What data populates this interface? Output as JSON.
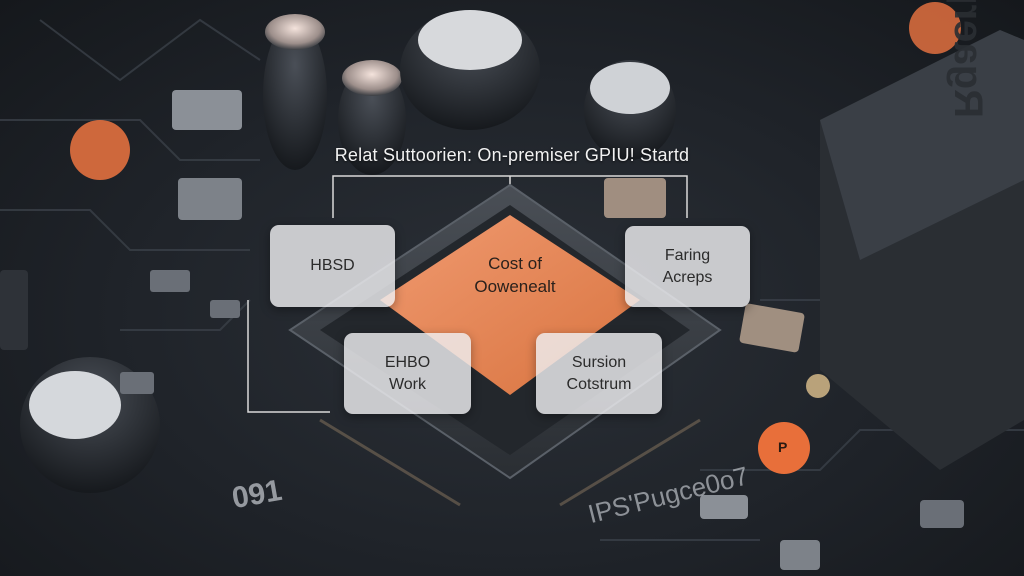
{
  "diagram": {
    "title": "Relat Suttoorien: On-premiser GPIU! Startd",
    "center": "Cost of\nOowenealt",
    "cards": {
      "top_left": "HBSD",
      "top_right": "Faring\nAcreps",
      "bottom_left": "EHBO\nWork",
      "bottom_right": "Sursion\nCotstrum"
    }
  },
  "board": {
    "part_marking": "IPS'Pugce0o7",
    "number_marking": "091",
    "component_marking": "Rgaerplo",
    "pad_label": "P",
    "colors": {
      "chip_core": "#e9845a",
      "board": "#1f2329",
      "card": "#eeeef0",
      "accent_pad": "#e2703f"
    }
  }
}
